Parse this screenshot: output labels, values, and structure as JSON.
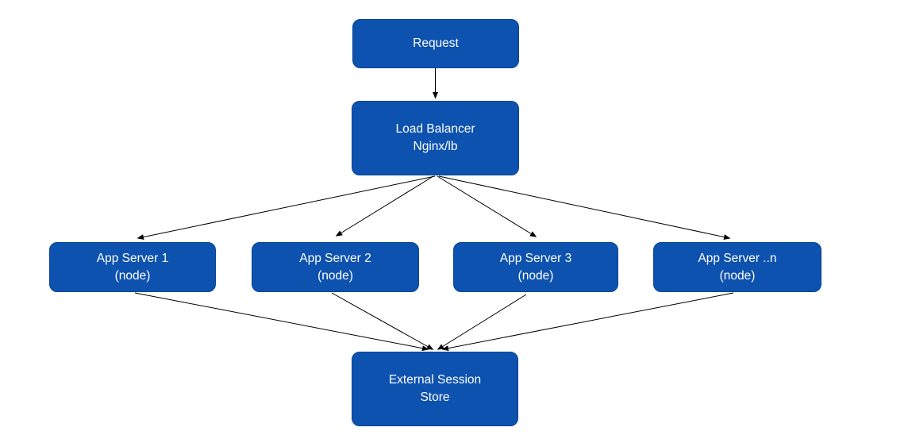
{
  "diagram": {
    "type": "flow-diagram",
    "description": "Load balanced application architecture with external session store"
  },
  "colors": {
    "background": "#ffffff",
    "node_fill": "#0d52af",
    "node_border": "#0a4492",
    "node_text": "#ffffff",
    "arrow": "#000000"
  },
  "nodes": {
    "request": {
      "lines": [
        "Request"
      ]
    },
    "load_balancer": {
      "lines": [
        "Load Balancer",
        "Nginx/lb"
      ]
    },
    "app_server_1": {
      "lines": [
        "App Server 1",
        "(node)"
      ]
    },
    "app_server_2": {
      "lines": [
        "App Server 2",
        "(node)"
      ]
    },
    "app_server_3": {
      "lines": [
        "App Server 3",
        "(node)"
      ]
    },
    "app_server_n": {
      "lines": [
        "App Server ..n",
        "(node)"
      ]
    },
    "session_store": {
      "lines": [
        "External Session",
        "Store"
      ]
    }
  },
  "edges": [
    {
      "from": "request",
      "to": "load_balancer"
    },
    {
      "from": "load_balancer",
      "to": "app_server_1"
    },
    {
      "from": "load_balancer",
      "to": "app_server_2"
    },
    {
      "from": "load_balancer",
      "to": "app_server_3"
    },
    {
      "from": "load_balancer",
      "to": "app_server_n"
    },
    {
      "from": "app_server_1",
      "to": "session_store"
    },
    {
      "from": "app_server_2",
      "to": "session_store"
    },
    {
      "from": "app_server_3",
      "to": "session_store"
    },
    {
      "from": "app_server_n",
      "to": "session_store"
    }
  ]
}
